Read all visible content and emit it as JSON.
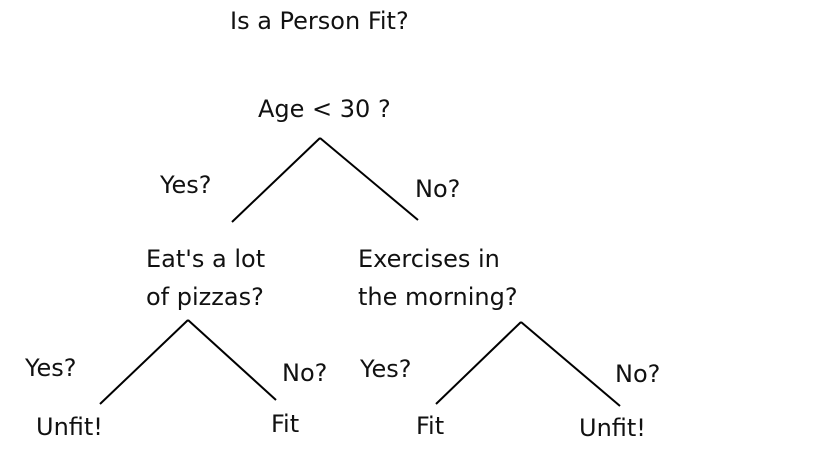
{
  "title": "Is a Person Fit?",
  "root": {
    "question": "Age < 30 ?",
    "yes_label": "Yes?",
    "no_label": "No?"
  },
  "left_node": {
    "line1": "Eat's a lot",
    "line2": "of pizzas?",
    "yes_label": "Yes?",
    "no_label": "No?",
    "yes_leaf": "Unfit!",
    "no_leaf": "Fit"
  },
  "right_node": {
    "line1": "Exercises in",
    "line2": "the morning?",
    "yes_label": "Yes?",
    "no_label": "No?",
    "yes_leaf": "Fit",
    "no_leaf": "Unfit!"
  }
}
